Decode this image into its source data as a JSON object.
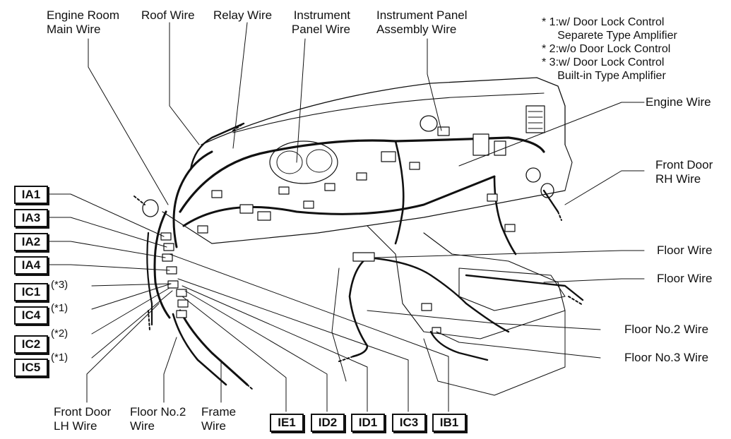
{
  "top_labels": {
    "engine_room_main_wire": "Engine Room\nMain Wire",
    "roof_wire": "Roof Wire",
    "relay_wire": "Relay Wire",
    "instrument_panel_wire": "Instrument\nPanel Wire",
    "instrument_panel_assembly_wire": "Instrument Panel\nAssembly Wire"
  },
  "notes": [
    "* 1:w/ Door Lock Control\n     Separete Type Amplifier",
    "* 2:w/o Door Lock Control",
    "* 3:w/ Door Lock Control\n     Built-in Type Amplifier"
  ],
  "right_labels": {
    "engine_wire": "Engine Wire",
    "front_door_rh_wire": "Front Door\nRH Wire",
    "floor_wire_1": "Floor Wire",
    "floor_wire_2": "Floor Wire",
    "floor_no2_wire": "Floor No.2 Wire",
    "floor_no3_wire": "Floor No.3 Wire"
  },
  "left_boxes": [
    "IA1",
    "IA3",
    "IA2",
    "IA4",
    "IC1",
    "IC4",
    "IC2",
    "IC5"
  ],
  "left_marks": {
    "ic1": "(*3)",
    "ic4": "(*1)",
    "ic2": "(*2)",
    "ic5": "(*1)"
  },
  "bottom_labels": {
    "front_door_lh_wire": "Front Door\nLH Wire",
    "floor_no2_wire": "Floor No.2\nWire",
    "frame_wire": "Frame\nWire"
  },
  "bottom_boxes": [
    "IE1",
    "ID2",
    "ID1",
    "IC3",
    "IB1"
  ]
}
